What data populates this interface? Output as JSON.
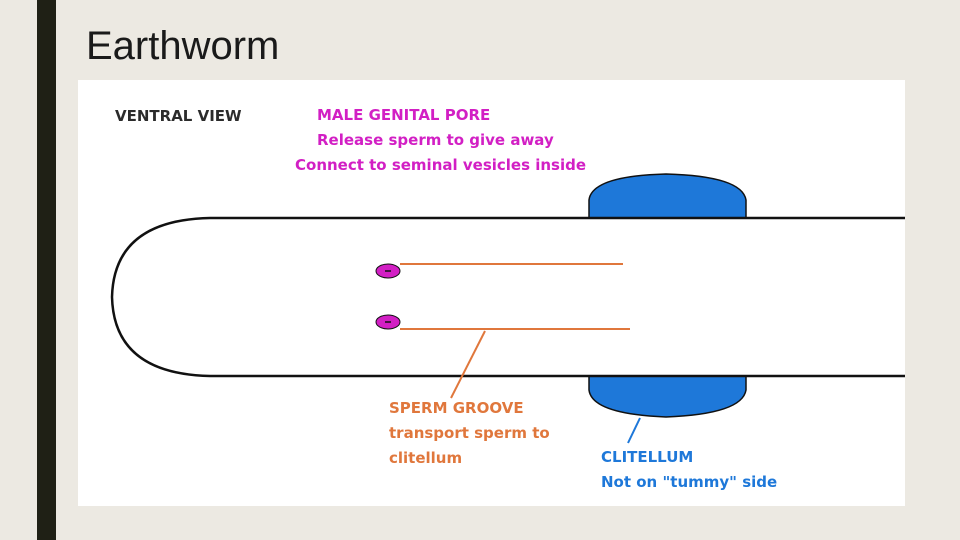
{
  "slide": {
    "title": "Earthworm"
  },
  "diagram": {
    "view_label": "VENTRAL VIEW",
    "male_genital_pore": {
      "heading": "MALE GENITAL PORE",
      "lines": [
        "Release sperm to give away",
        "Connect to seminal vesicles inside"
      ],
      "color": "#d21fc4"
    },
    "sperm_groove": {
      "heading": "SPERM GROOVE",
      "lines": [
        "transport sperm to",
        "clitellum"
      ],
      "color": "#e0773c"
    },
    "clitellum": {
      "heading": "CLITELLUM",
      "lines": [
        "Not on \"tummy\" side"
      ],
      "color": "#1e78d9"
    },
    "colors": {
      "clitellum_fill": "#1e78d9",
      "pore_fill": "#d21fc4",
      "groove_line": "#e0773c",
      "outline": "#111111"
    }
  }
}
